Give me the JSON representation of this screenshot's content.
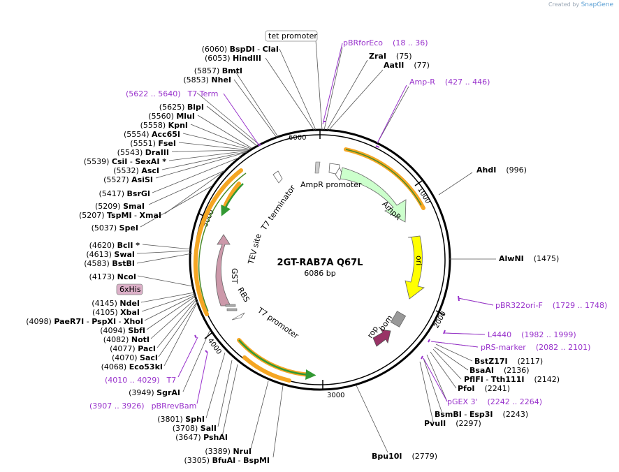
{
  "branding": {
    "created_by": "Created by",
    "product": "SnapGene"
  },
  "plasmid": {
    "name": "2GT-RAB7A Q67L",
    "size": "6086 bp"
  },
  "ticks": [
    "1000",
    "2000",
    "3000",
    "4000",
    "5000",
    "6000"
  ],
  "features": {
    "ampr_promoter": "AmpR promoter",
    "ampr": "AmpR",
    "ori": "ori",
    "bom": "bom",
    "rop": "rop",
    "t7_promoter": "T7 promoter",
    "rbs": "RBS",
    "gst": "GST",
    "tev_site": "TEV site",
    "t7_terminator": "T7 terminator"
  },
  "boxed_labels": {
    "tet_promoter": "tet promoter",
    "his6": "6xHis"
  },
  "primers": [
    {
      "name": "pBRforEco",
      "range": "(18 .. 36)"
    },
    {
      "name": "Amp-R",
      "range": "(427 .. 446)"
    },
    {
      "name": "pBR322ori-F",
      "range": "(1729 .. 1748)"
    },
    {
      "name": "L4440",
      "range": "(1982 .. 1999)"
    },
    {
      "name": "pRS-marker",
      "range": "(2082 .. 2101)"
    },
    {
      "name": "pGEX 3'",
      "range": "(2242 .. 2264)"
    },
    {
      "name": "T7",
      "range": "(4010 .. 4029)"
    },
    {
      "name": "pBRrevBam",
      "range": "(3907 .. 3926)"
    },
    {
      "name": "T7 Term",
      "range": "(5622 .. 5640)"
    }
  ],
  "sites_right": [
    {
      "name": "ZraI",
      "pos": "(75)"
    },
    {
      "name": "AatII",
      "pos": "(77)"
    },
    {
      "name": "AhdI",
      "pos": "(996)"
    },
    {
      "name": "AlwNI",
      "pos": "(1475)"
    },
    {
      "name": "BstZ17I",
      "pos": "(2117)"
    },
    {
      "name": "BsaAI",
      "pos": "(2136)"
    },
    {
      "name": "PflFI",
      "name2": "Tth111I",
      "pos": "(2142)"
    },
    {
      "name": "PfoI",
      "pos": "(2241)"
    },
    {
      "name": "BsmBI",
      "name2": "Esp3I",
      "pos": "(2243)"
    },
    {
      "name": "PvuII",
      "pos": "(2297)"
    },
    {
      "name": "Bpu10I",
      "pos": "(2779)"
    }
  ],
  "sites_left": [
    {
      "pos": "(6060)",
      "name": "BspDI",
      "name2": "ClaI"
    },
    {
      "pos": "(6053)",
      "name": "HindIII"
    },
    {
      "pos": "(5857)",
      "name": "BmtI"
    },
    {
      "pos": "(5853)",
      "name": "NheI"
    },
    {
      "pos": "(5625)",
      "name": "BlpI"
    },
    {
      "pos": "(5560)",
      "name": "MluI"
    },
    {
      "pos": "(5558)",
      "name": "KpnI"
    },
    {
      "pos": "(5554)",
      "name": "Acc65I"
    },
    {
      "pos": "(5551)",
      "name": "FseI"
    },
    {
      "pos": "(5543)",
      "name": "DraIII"
    },
    {
      "pos": "(5539)",
      "name": "CsiI",
      "name2": "SexAI *"
    },
    {
      "pos": "(5532)",
      "name": "AscI"
    },
    {
      "pos": "(5527)",
      "name": "AsiSI"
    },
    {
      "pos": "(5417)",
      "name": "BsrGI"
    },
    {
      "pos": "(5209)",
      "name": "SmaI"
    },
    {
      "pos": "(5207)",
      "name": "TspMI",
      "name2": "XmaI"
    },
    {
      "pos": "(5037)",
      "name": "SpeI"
    },
    {
      "pos": "(4620)",
      "name": "BclI *"
    },
    {
      "pos": "(4613)",
      "name": "SwaI"
    },
    {
      "pos": "(4583)",
      "name": "BstBI"
    },
    {
      "pos": "(4173)",
      "name": "NcoI"
    },
    {
      "pos": "(4145)",
      "name": "NdeI"
    },
    {
      "pos": "(4105)",
      "name": "XbaI"
    },
    {
      "pos": "(4098)",
      "name": "PaeR7I",
      "name2": "PspXI",
      "name3": "XhoI"
    },
    {
      "pos": "(4094)",
      "name": "SbfI"
    },
    {
      "pos": "(4082)",
      "name": "NotI"
    },
    {
      "pos": "(4077)",
      "name": "PacI"
    },
    {
      "pos": "(4070)",
      "name": "SacI"
    },
    {
      "pos": "(4068)",
      "name": "Eco53kI"
    },
    {
      "pos": "(3949)",
      "name": "SgrAI"
    },
    {
      "pos": "(3801)",
      "name": "SphI"
    },
    {
      "pos": "(3708)",
      "name": "SalI"
    },
    {
      "pos": "(3647)",
      "name": "PshAI"
    },
    {
      "pos": "(3389)",
      "name": "NruI"
    },
    {
      "pos": "(3305)",
      "name": "BfuAI",
      "name2": "BspMI"
    }
  ],
  "colors": {
    "backbone": "#000000",
    "ampr_fill": "#ccffcc",
    "ori_fill": "#ffff00",
    "gst_fill": "#cc99aa",
    "rop_fill": "#993366",
    "bom_fill": "#999999",
    "primer_arrow_orange": "#f5a623",
    "primer_arrow_green": "#339933",
    "primer_color": "#9933cc",
    "his_box": "#dcb0c8"
  }
}
